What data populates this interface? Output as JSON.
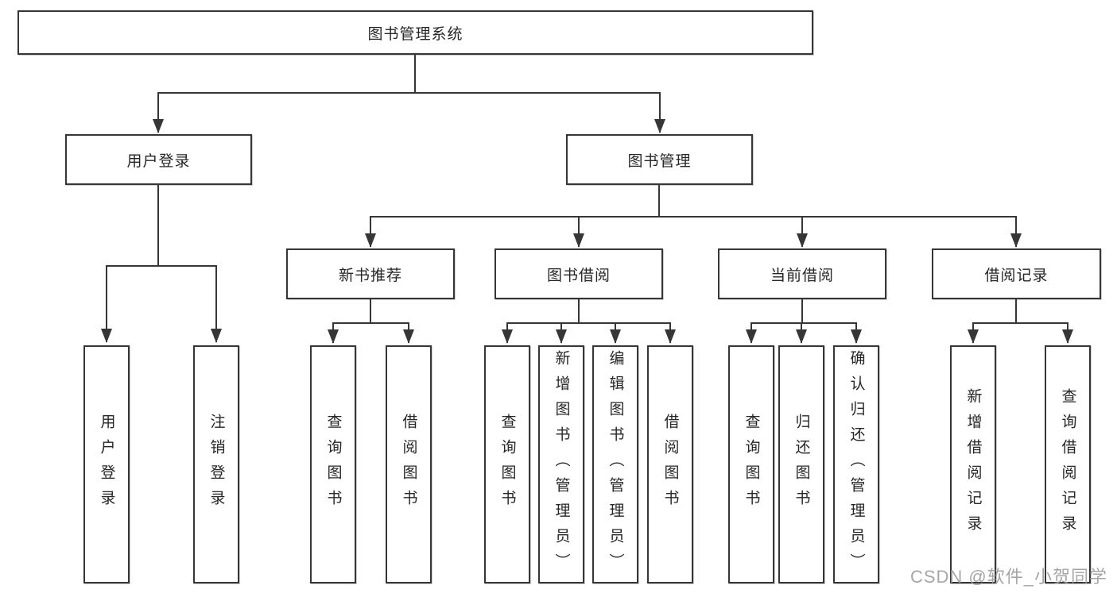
{
  "diagram_title": "图书管理系统",
  "tree": {
    "label": "图书管理系统",
    "children": [
      {
        "label": "用户登录",
        "children": [
          {
            "label": "用户登录"
          },
          {
            "label": "注销登录"
          }
        ]
      },
      {
        "label": "图书管理",
        "children": [
          {
            "label": "新书推荐",
            "children": [
              {
                "label": "查询图书"
              },
              {
                "label": "借阅图书"
              }
            ]
          },
          {
            "label": "图书借阅",
            "children": [
              {
                "label": "查询图书"
              },
              {
                "label": "新增图书（管理员）"
              },
              {
                "label": "编辑图书（管理员）"
              },
              {
                "label": "借阅图书"
              }
            ]
          },
          {
            "label": "当前借阅",
            "children": [
              {
                "label": "查询图书"
              },
              {
                "label": "归还图书"
              },
              {
                "label": "确认归还（管理员）"
              }
            ]
          },
          {
            "label": "借阅记录",
            "children": [
              {
                "label": "新增借阅记录"
              },
              {
                "label": "查询借阅记录"
              }
            ]
          }
        ]
      }
    ]
  },
  "watermark": {
    "text": "CSDN @软件_小贺同学"
  },
  "colors": {
    "line": "#363636",
    "box_border": "#363636",
    "box_background": "#ffffff",
    "text": "#262626",
    "watermark": "#9e9e9e",
    "background": "#ffffff"
  }
}
